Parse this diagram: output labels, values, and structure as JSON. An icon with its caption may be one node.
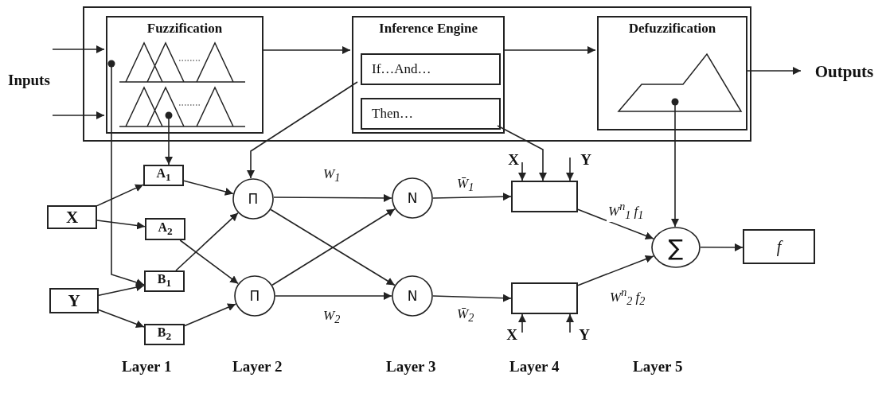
{
  "diagram": {
    "nodes": [
      {
        "text": [],
        "shape": "box"
      },
      {
        "text": [
          "Fuzzification"
        ],
        "in": 0
      },
      {
        "text": [
          "Inference Engine"
        ],
        "in": 0
      },
      {
        "text": [
          "If…And…"
        ],
        "in": 2
      },
      {
        "text": [
          "Then…"
        ],
        "in": 2
      },
      {
        "text": [
          "Defuzzification"
        ],
        "in": 0
      },
      {
        "text": [
          "Outputs"
        ]
      },
      {
        "text": [
          "X"
        ]
      },
      {
        "text": [
          "Y"
        ]
      },
      {
        "text": [
          "A$_{1}$"
        ]
      },
      {
        "text": [
          "A$_{2}$"
        ]
      },
      {
        "text": [
          "B$_{1}$"
        ]
      },
      {
        "text": [
          "B$_{2}$"
        ]
      },
      {
        "text": [
          "Π"
        ]
      },
      {
        "text": [
          "Π"
        ]
      },
      {
        "text": [
          "N"
        ]
      },
      {
        "text": [
          "N"
        ]
      },
      {
        "text": [],
        "shape": "box"
      },
      {
        "text": [],
        "shape": "box"
      },
      {
        "text": [
          "∑"
        ]
      },
      {
        "text": [
          "f"
        ]
      },
      {
        "text": [
          "X"
        ]
      },
      {
        "text": [
          "Y"
        ]
      },
      {
        "text": [
          "X"
        ]
      },
      {
        "text": [
          "Y"
        ]
      }
    ],
    "edges": [
      {
        "from": null,
        "to": 1,
        "arrow": "to"
      },
      {
        "from": null,
        "to": 1,
        "arrow": "to"
      },
      {
        "from": 1,
        "to": 2,
        "arrow": "to"
      },
      {
        "from": 2,
        "to": 5,
        "arrow": "to"
      },
      {
        "from": 5,
        "to": 6,
        "arrow": "to"
      },
      {
        "from": 7,
        "to": 9,
        "arrow": "to"
      },
      {
        "from": 7,
        "to": 10,
        "arrow": "to"
      },
      {
        "from": 8,
        "to": 11,
        "arrow": "to"
      },
      {
        "from": 8,
        "to": 12,
        "arrow": "to"
      },
      {
        "from": 9,
        "to": 13,
        "arrow": "to"
      },
      {
        "from": 11,
        "to": 13,
        "arrow": "to"
      },
      {
        "from": 10,
        "to": 14,
        "arrow": "to"
      },
      {
        "from": 12,
        "to": 14,
        "arrow": "to"
      },
      {
        "from": 13,
        "to": 15,
        "arrow": "to",
        "label": "W$_{1}$"
      },
      {
        "from": 13,
        "to": 16,
        "arrow": "to"
      },
      {
        "from": 14,
        "to": 15,
        "arrow": "to"
      },
      {
        "from": 14,
        "to": 16,
        "arrow": "to",
        "label": "W$_{2}$"
      },
      {
        "from": 15,
        "to": 17,
        "arrow": "to",
        "label": "W̄$_{1}$"
      },
      {
        "from": 16,
        "to": 18,
        "arrow": "to",
        "label": "W̄$_{2}$"
      },
      {
        "from": 17,
        "to": 19,
        "arrow": "to",
        "label": "W$^{n}$$_{1}$ f$_{1}$"
      },
      {
        "from": 18,
        "to": 19,
        "arrow": "to",
        "label": "W$^{n}$$_{2}$ f$_{2}$"
      },
      {
        "from": 19,
        "to": 20,
        "arrow": "to"
      },
      {
        "from": 1,
        "to": 11,
        "arrow": "to"
      },
      {
        "from": 1,
        "to": 9,
        "arrow": "to"
      },
      {
        "from": 3,
        "to": 13,
        "arrow": "to"
      },
      {
        "from": 4,
        "to": 17,
        "arrow": "to"
      },
      {
        "from": 5,
        "to": 19,
        "arrow": "to"
      },
      {
        "from": 21,
        "to": 17,
        "arrow": "to"
      },
      {
        "from": 22,
        "to": 17,
        "arrow": "to"
      },
      {
        "from": 23,
        "to": 18,
        "arrow": "to"
      },
      {
        "from": 24,
        "to": 18,
        "arrow": "to"
      }
    ],
    "labels": [
      "Inputs",
      "Layer 1",
      "Layer 2",
      "Layer 3",
      "Layer 4",
      "Layer 5"
    ]
  }
}
